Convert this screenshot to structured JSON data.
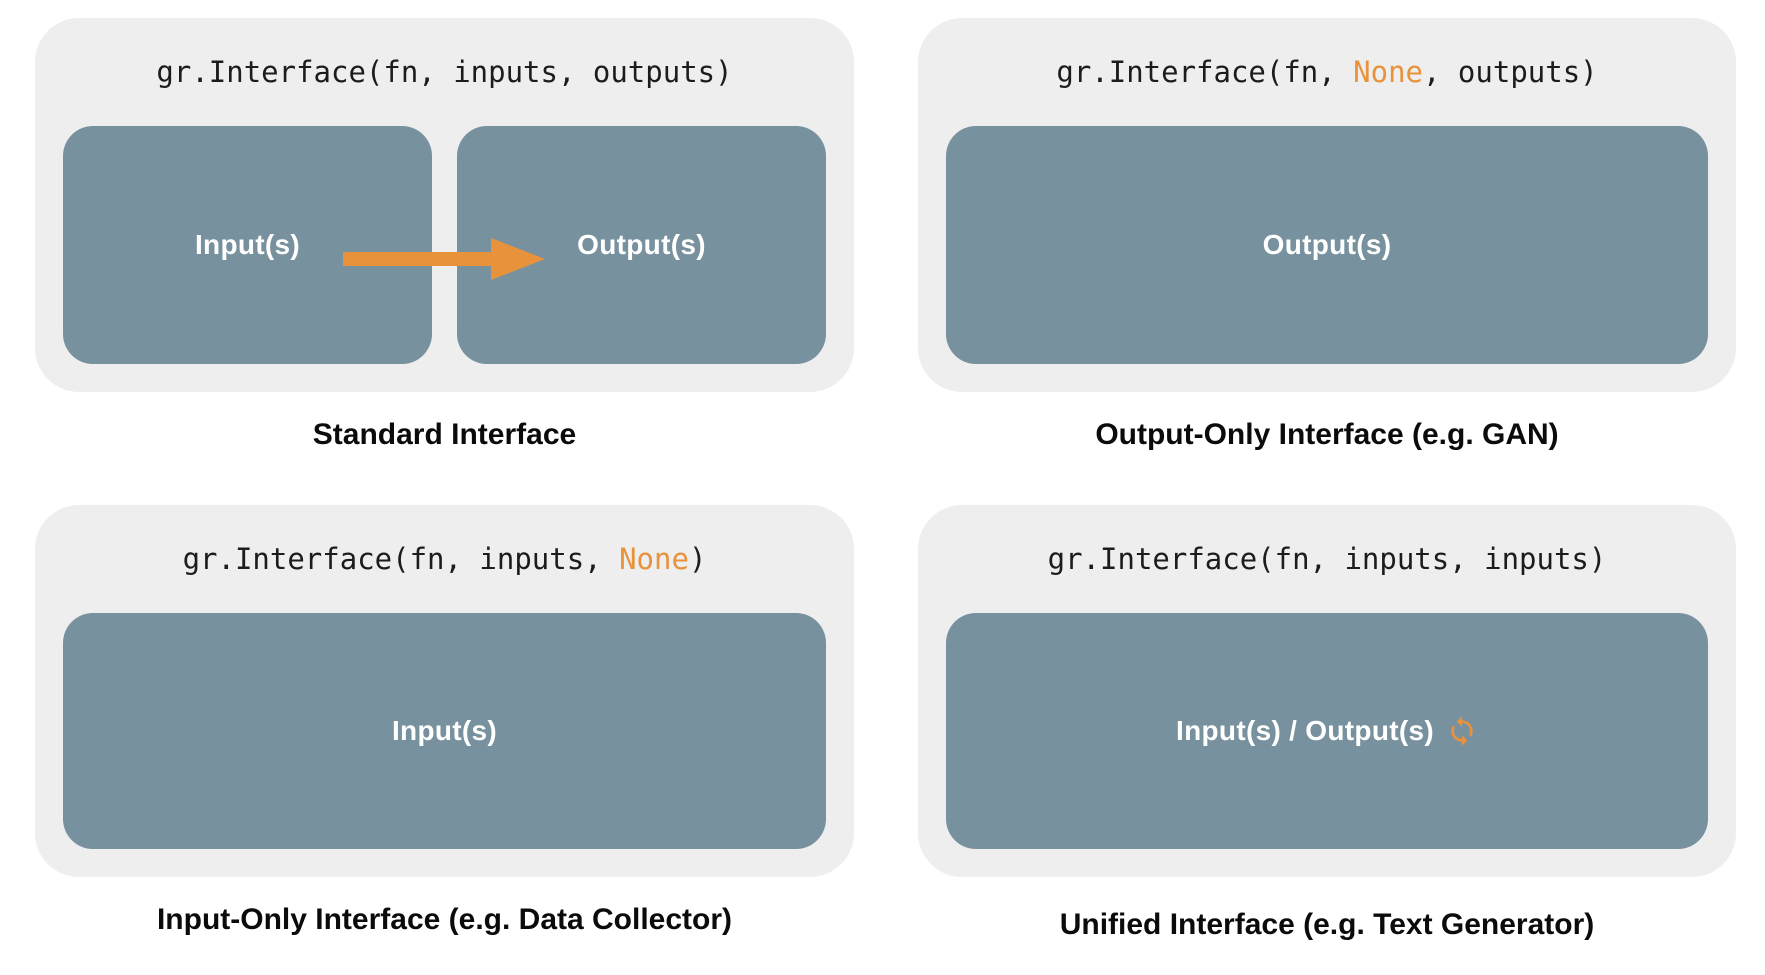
{
  "colors": {
    "page_bg": "#ffffff",
    "panel_bg": "#eeeeee",
    "box_bg": "#78919e",
    "box_text": "#ffffff",
    "code_text": "#1c1c1c",
    "caption_text": "#0b0b0b",
    "accent_orange": "#e8923c"
  },
  "icons": {
    "flow_arrow": "right-arrow-icon",
    "unified_loop": "sync-icon"
  },
  "panels": [
    {
      "id": "standard",
      "code": {
        "before": "gr.Interface(fn, inputs, outputs)",
        "accent": "",
        "after": ""
      },
      "boxes": [
        {
          "label": "Input(s)"
        },
        {
          "label": "Output(s)"
        }
      ],
      "caption": "Standard Interface"
    },
    {
      "id": "output-only",
      "code": {
        "before": "gr.Interface(fn, ",
        "accent": "None",
        "after": ", outputs)"
      },
      "boxes": [
        {
          "label": "Output(s)"
        }
      ],
      "caption": "Output-Only Interface (e.g. GAN)"
    },
    {
      "id": "input-only",
      "code": {
        "before": "gr.Interface(fn, inputs, ",
        "accent": "None",
        "after": ")"
      },
      "boxes": [
        {
          "label": "Input(s)"
        }
      ],
      "caption": "Input-Only Interface (e.g. Data Collector)"
    },
    {
      "id": "unified",
      "code": {
        "before": "gr.Interface(fn, inputs, inputs)",
        "accent": "",
        "after": ""
      },
      "boxes": [
        {
          "label": "Input(s) / Output(s)"
        }
      ],
      "caption": "Unified Interface (e.g. Text Generator)"
    }
  ]
}
